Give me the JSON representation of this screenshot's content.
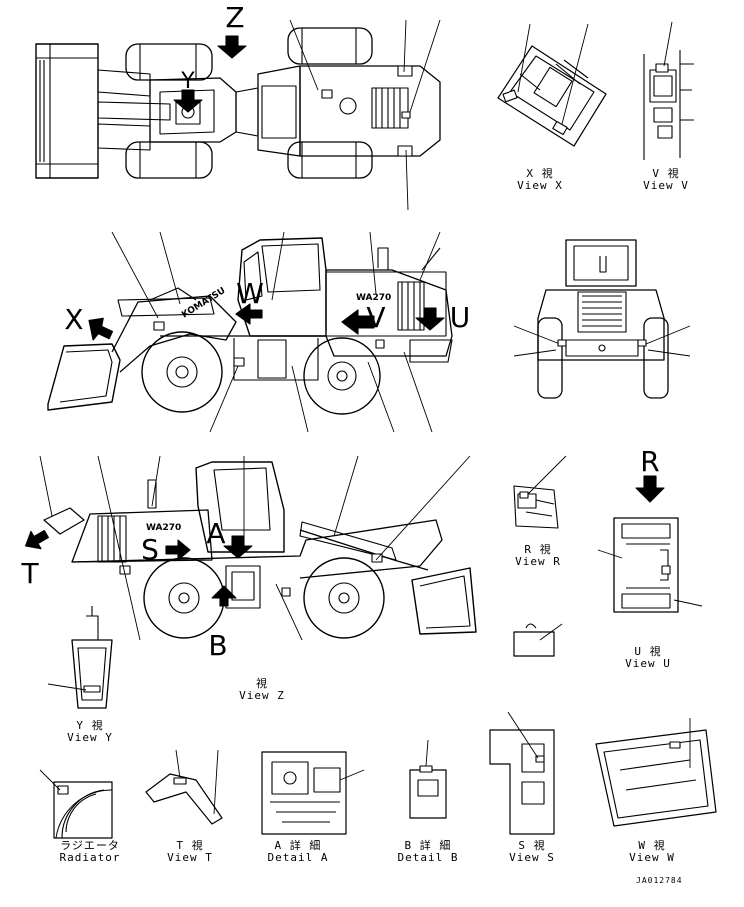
{
  "view_letters": {
    "z": "Z",
    "y": "Y",
    "w": "W",
    "v": "V",
    "u": "U",
    "x": "X",
    "t": "T",
    "s": "S",
    "a": "A",
    "b": "B",
    "r": "R"
  },
  "model_badges": {
    "boom": "KOMATSU",
    "hood": "WA270",
    "hood2": "WA270"
  },
  "captions": {
    "view_x": [
      "X  視",
      "View X"
    ],
    "view_v": [
      "V  視",
      "View V"
    ],
    "view_r": [
      "R  視",
      "View R"
    ],
    "view_u": [
      "U  視",
      "View U"
    ],
    "view_z": [
      "視",
      "View Z"
    ],
    "view_y": [
      "Y  視",
      "View Y"
    ],
    "radiator": [
      "ラジエータ",
      "Radiator"
    ],
    "view_t": [
      "T  視",
      "View T"
    ],
    "detail_a": [
      "A 詳 細",
      "Detail A"
    ],
    "detail_b": [
      "B 詳 細",
      "Detail B"
    ],
    "view_s": [
      "S  視",
      "View S"
    ],
    "view_w": [
      "W  視",
      "View W"
    ]
  },
  "drawing_id": "JA012784"
}
